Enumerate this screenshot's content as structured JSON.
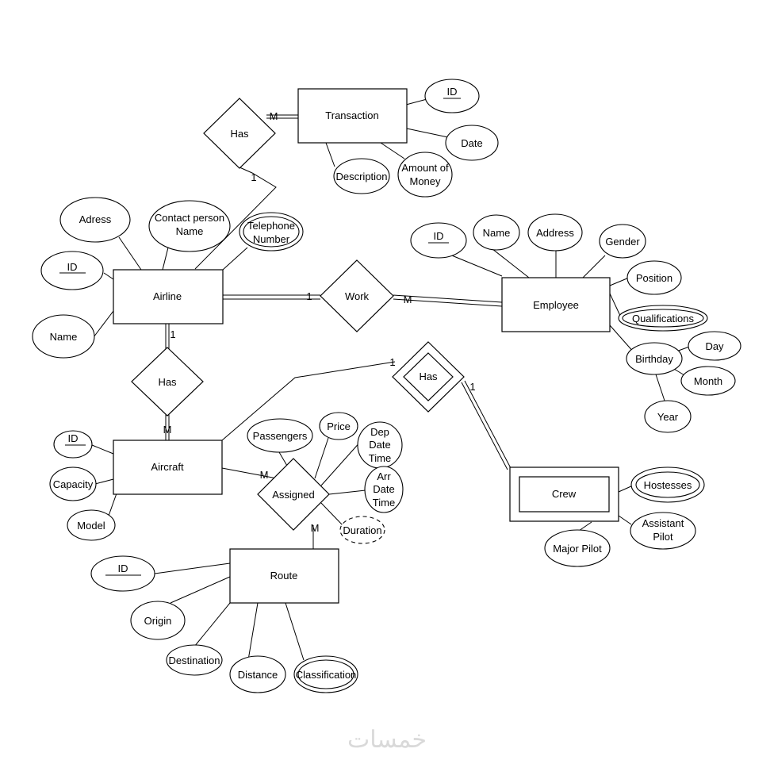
{
  "entities": {
    "transaction": "Transaction",
    "airline": "Airline",
    "employee": "Employee",
    "aircraft": "Aircraft",
    "crew": "Crew",
    "route": "Route"
  },
  "relationships": {
    "has_top": "Has",
    "work": "Work",
    "has_left": "Has",
    "has_weak": "Has",
    "assigned": "Assigned"
  },
  "attributes": {
    "transaction": {
      "id": "ID",
      "date": "Date",
      "amount_1": "Amount of",
      "amount_2": "Money",
      "description": "Description"
    },
    "airline": {
      "address": "Adress",
      "contact_1": "Contact person",
      "contact_2": "Name",
      "telephone_1": "Telephone",
      "telephone_2": "Number",
      "id": "ID",
      "name": "Name"
    },
    "employee": {
      "id": "ID",
      "name": "Name",
      "address": "Address",
      "gender": "Gender",
      "position": "Position",
      "qualifications": "Qualifications",
      "birthday": "Birthday",
      "day": "Day",
      "month": "Month",
      "year": "Year"
    },
    "aircraft": {
      "id": "ID",
      "capacity": "Capacity",
      "model": "Model"
    },
    "assigned": {
      "passengers": "Passengers",
      "price": "Price",
      "dep_1": "Dep",
      "dep_2": "Date",
      "dep_3": "Time",
      "arr_1": "Arr",
      "arr_2": "Date",
      "arr_3": "Time",
      "duration": "Duration"
    },
    "crew": {
      "hostesses": "Hostesses",
      "assistant_1": "Assistant",
      "assistant_2": "Pilot",
      "major_pilot": "Major Pilot"
    },
    "route": {
      "id": "ID",
      "origin": "Origin",
      "destination": "Destination",
      "distance": "Distance",
      "classification": "Classification"
    }
  },
  "cardinalities": {
    "transaction_has": "M",
    "airline_has": "1",
    "airline_work": "1",
    "employee_work": "M",
    "airline_has_aircraft": "1",
    "aircraft_has": "M",
    "airline_weak_has": "1",
    "crew_weak_has": "1",
    "aircraft_assigned": "M",
    "route_assigned": "M"
  },
  "watermark": "خمسات"
}
